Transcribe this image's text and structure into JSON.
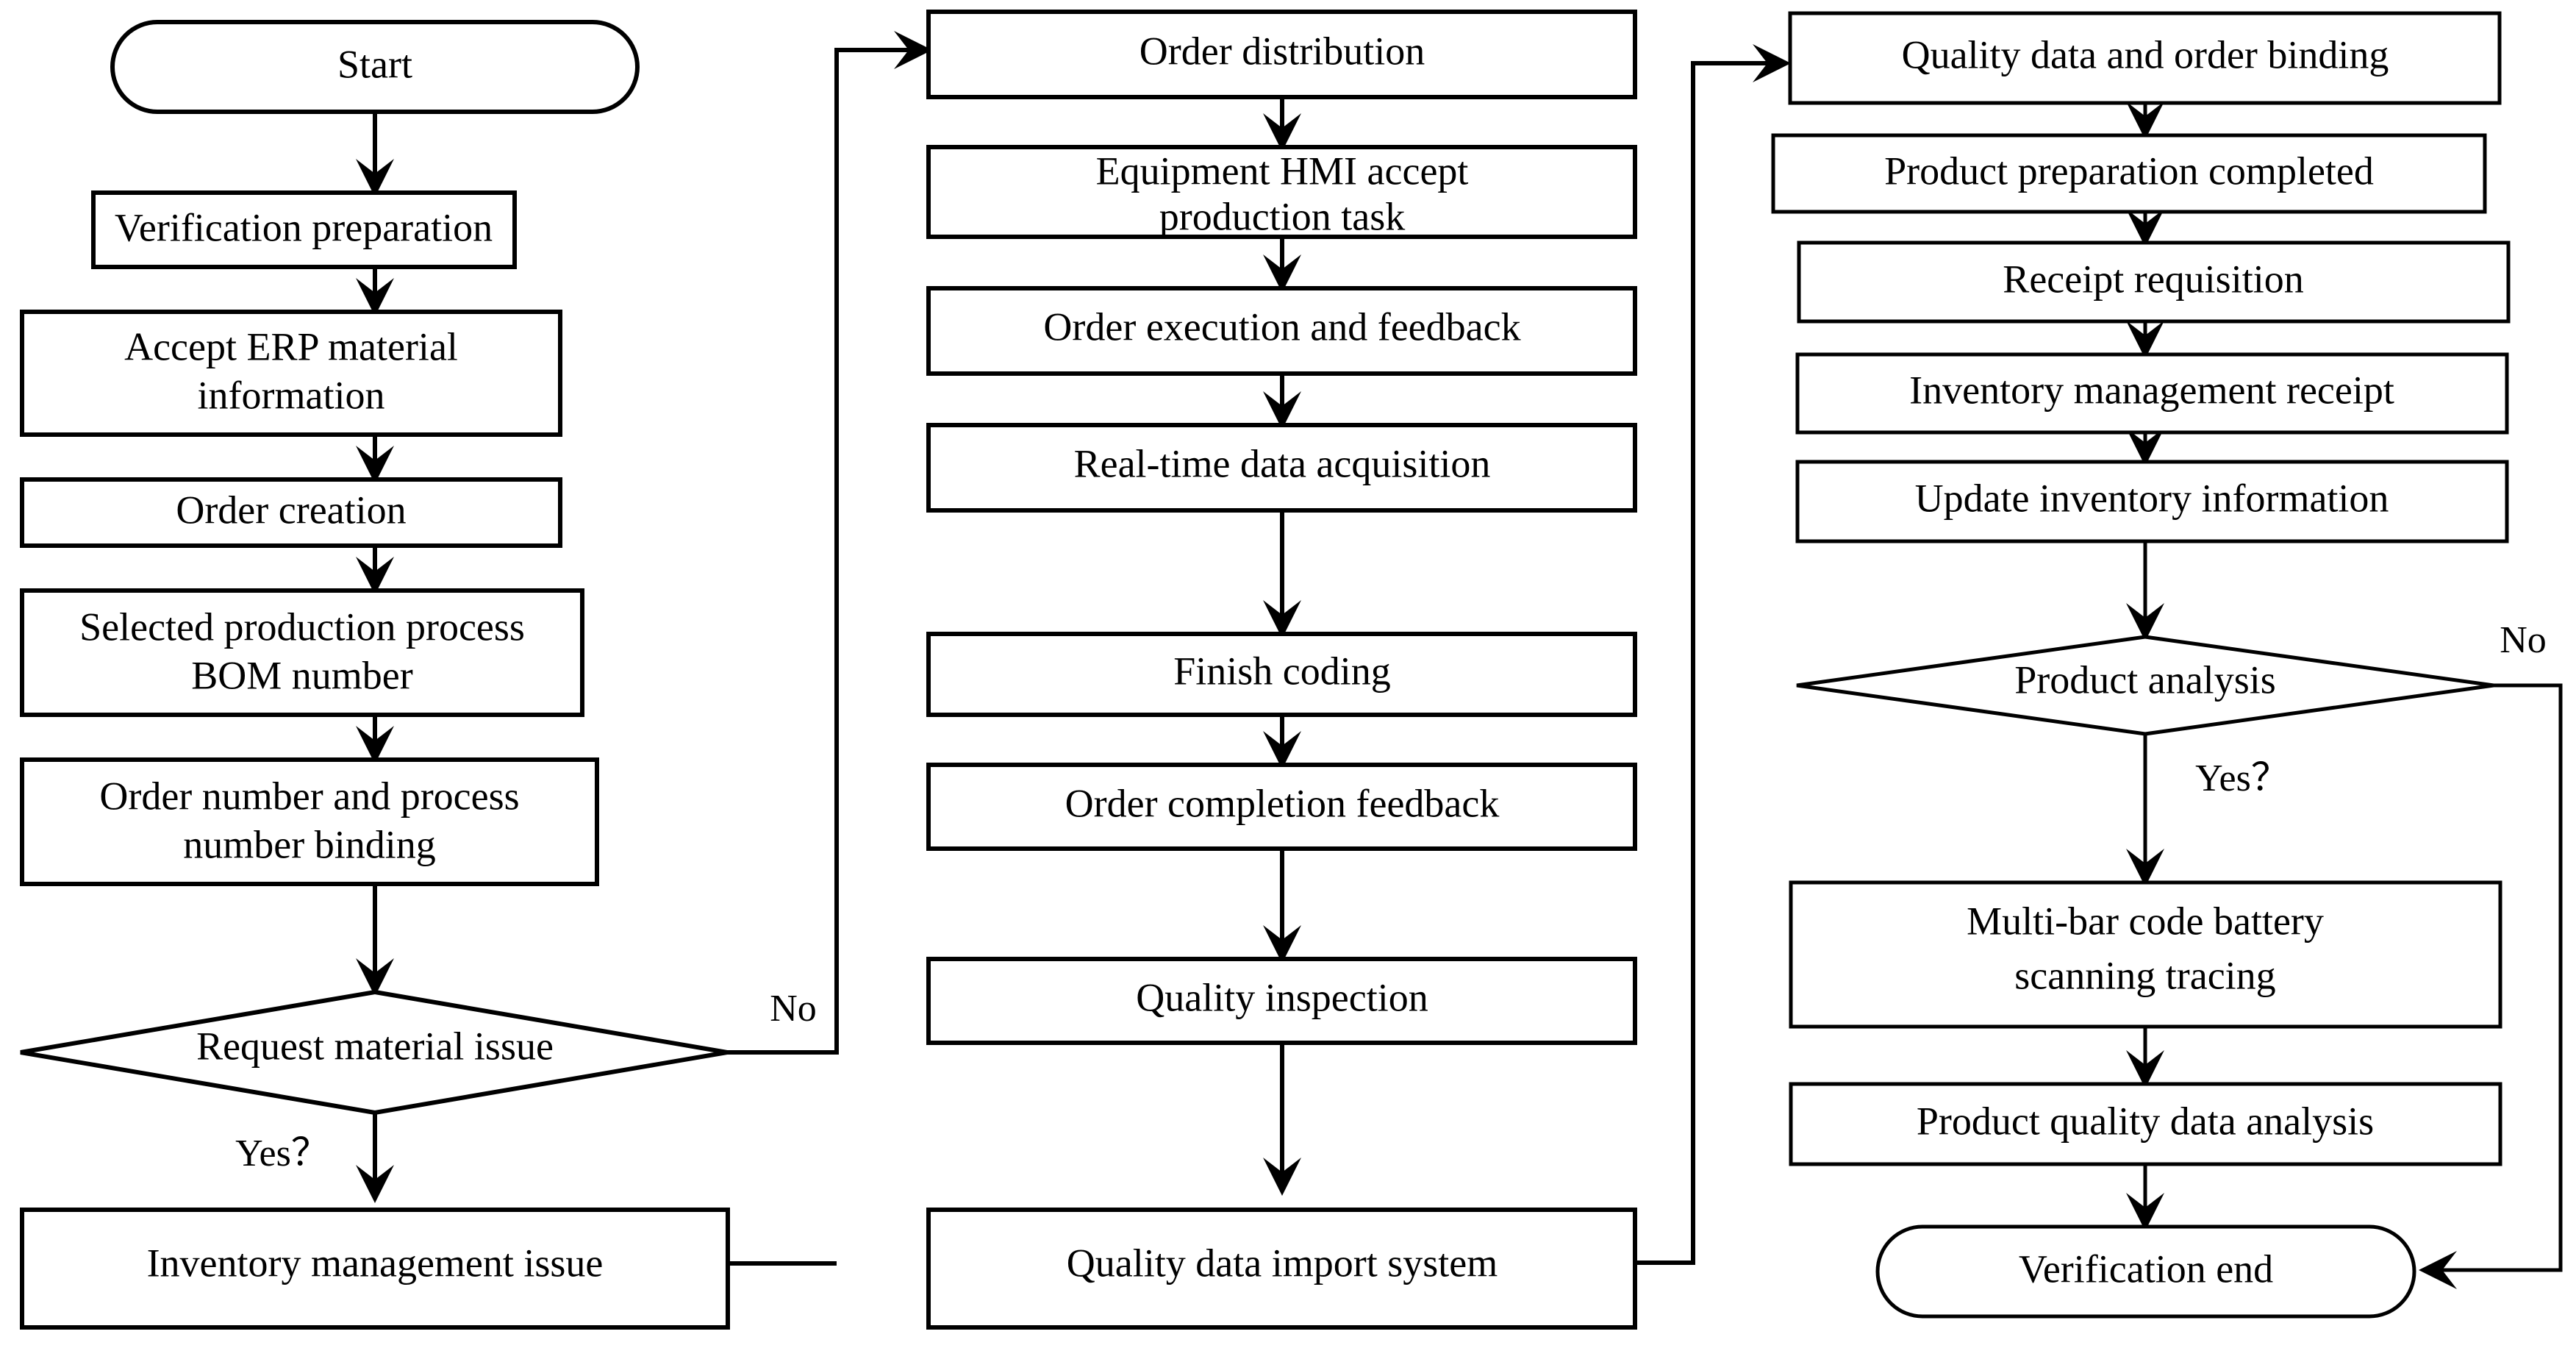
{
  "diagram": {
    "type": "flowchart",
    "orientation": "three-column-vertical",
    "background_color": "#ffffff",
    "line_color": "#000000",
    "text_color": "#000000",
    "columns": [
      {
        "name": "column-left",
        "nodes": [
          {
            "id": "start",
            "shape": "terminator",
            "label": "Start"
          },
          {
            "id": "verif-prep",
            "shape": "process",
            "label": "Verification preparation"
          },
          {
            "id": "accept-erp",
            "shape": "process",
            "label_line1": "Accept ERP material",
            "label_line2": "information"
          },
          {
            "id": "order-creation",
            "shape": "process",
            "label": "Order creation"
          },
          {
            "id": "selected-bom",
            "shape": "process",
            "label_line1": "Selected production process",
            "label_line2": "BOM number"
          },
          {
            "id": "order-proc-bind",
            "shape": "process",
            "label_line1": "Order number and process",
            "label_line2": "number binding"
          },
          {
            "id": "request-material",
            "shape": "decision",
            "label": "Request material issue"
          },
          {
            "id": "inventory-issue",
            "shape": "process",
            "label": "Inventory management issue"
          }
        ]
      },
      {
        "name": "column-middle",
        "nodes": [
          {
            "id": "order-distribution",
            "shape": "process",
            "label": "Order distribution"
          },
          {
            "id": "equipment-hmi",
            "shape": "process",
            "label_line1": "Equipment HMI accept",
            "label_line2": "production task"
          },
          {
            "id": "order-exec",
            "shape": "process",
            "label": "Order execution and feedback"
          },
          {
            "id": "realtime-data",
            "shape": "process",
            "label": "Real-time data acquisition"
          },
          {
            "id": "finish-coding",
            "shape": "process",
            "label": "Finish coding"
          },
          {
            "id": "order-completion",
            "shape": "process",
            "label": "Order completion feedback"
          },
          {
            "id": "quality-inspection",
            "shape": "process",
            "label": "Quality inspection"
          },
          {
            "id": "quality-import",
            "shape": "process",
            "label": "Quality data import system"
          }
        ]
      },
      {
        "name": "column-right",
        "nodes": [
          {
            "id": "quality-order-bind",
            "shape": "process",
            "label": "Quality data and order binding"
          },
          {
            "id": "product-prep",
            "shape": "process",
            "label": "Product preparation completed"
          },
          {
            "id": "receipt-req",
            "shape": "process",
            "label": "Receipt requisition"
          },
          {
            "id": "inventory-receipt",
            "shape": "process",
            "label": "Inventory management receipt"
          },
          {
            "id": "update-inventory",
            "shape": "process",
            "label": "Update inventory information"
          },
          {
            "id": "product-analysis",
            "shape": "decision",
            "label": "Product analysis"
          },
          {
            "id": "multi-bar-code",
            "shape": "process",
            "label_line1": "Multi-bar code battery",
            "label_line2": "scanning tracing"
          },
          {
            "id": "product-quality",
            "shape": "process",
            "label": "Product quality data analysis"
          },
          {
            "id": "verification-end",
            "shape": "terminator",
            "label": "Verification end"
          }
        ]
      }
    ],
    "edge_labels": {
      "request_material_no": "No",
      "request_material_yes": "Yes？",
      "product_analysis_no": "No",
      "product_analysis_yes": "Yes？"
    },
    "cross_column_edges": [
      {
        "from": "inventory-issue",
        "to": "order-distribution",
        "label": ""
      },
      {
        "from": "request-material",
        "to": "order-distribution",
        "label": "No"
      },
      {
        "from": "quality-import",
        "to": "quality-order-bind",
        "label": ""
      },
      {
        "from": "product-analysis",
        "to": "verification-end",
        "label": "No"
      }
    ]
  }
}
